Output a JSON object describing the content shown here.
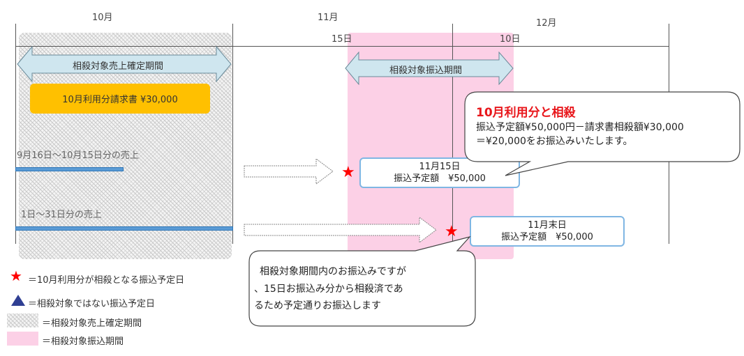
{
  "months": {
    "oct": "10月",
    "nov": "11月",
    "dec": "12月"
  },
  "days": {
    "d15": "15日",
    "d10": "10日"
  },
  "period_labels": {
    "confirm": "相殺対象売上確定期間",
    "transfer": "相殺対象振込期間"
  },
  "invoice_label": "10月利用分請求書 ¥30,000",
  "sales": {
    "row1": "9月16日～10月15日分の売上",
    "row2": "1日～31日分の売上"
  },
  "payments": {
    "p1_line1": "11月15日",
    "p1_line2": "振込予定額　¥50,000",
    "p2_line1": "11月末日",
    "p2_line2": "振込予定額　¥50,000"
  },
  "callout1": {
    "title": "10月利用分と相殺",
    "line1": "振込予定額¥50,000円－請求書相殺額¥30,000",
    "line2": "＝¥20,000をお振込みいたします。"
  },
  "callout2": {
    "line1": "相殺対象期間内のお振込みですが",
    "line2": "、15日お振込み分から相殺済であ",
    "line3": "るため予定通りお振込します"
  },
  "legend": {
    "star": "＝10月利用分が相殺となる振込予定日",
    "triangle": "＝相殺対象ではない振込予定日",
    "hatch": "＝相殺対象売上確定期間",
    "pink": "＝相殺対象振込期間"
  },
  "colors": {
    "star": "#ff0000",
    "triangle": "#2f3f93",
    "pink": "#fcd0e6",
    "orange": "#ffc000",
    "arrow_fill": "#cfe6ef",
    "box_border": "#7fb6e3",
    "title_red": "#e8161b"
  },
  "icons": {
    "star": "star-icon",
    "triangle": "triangle-icon"
  }
}
